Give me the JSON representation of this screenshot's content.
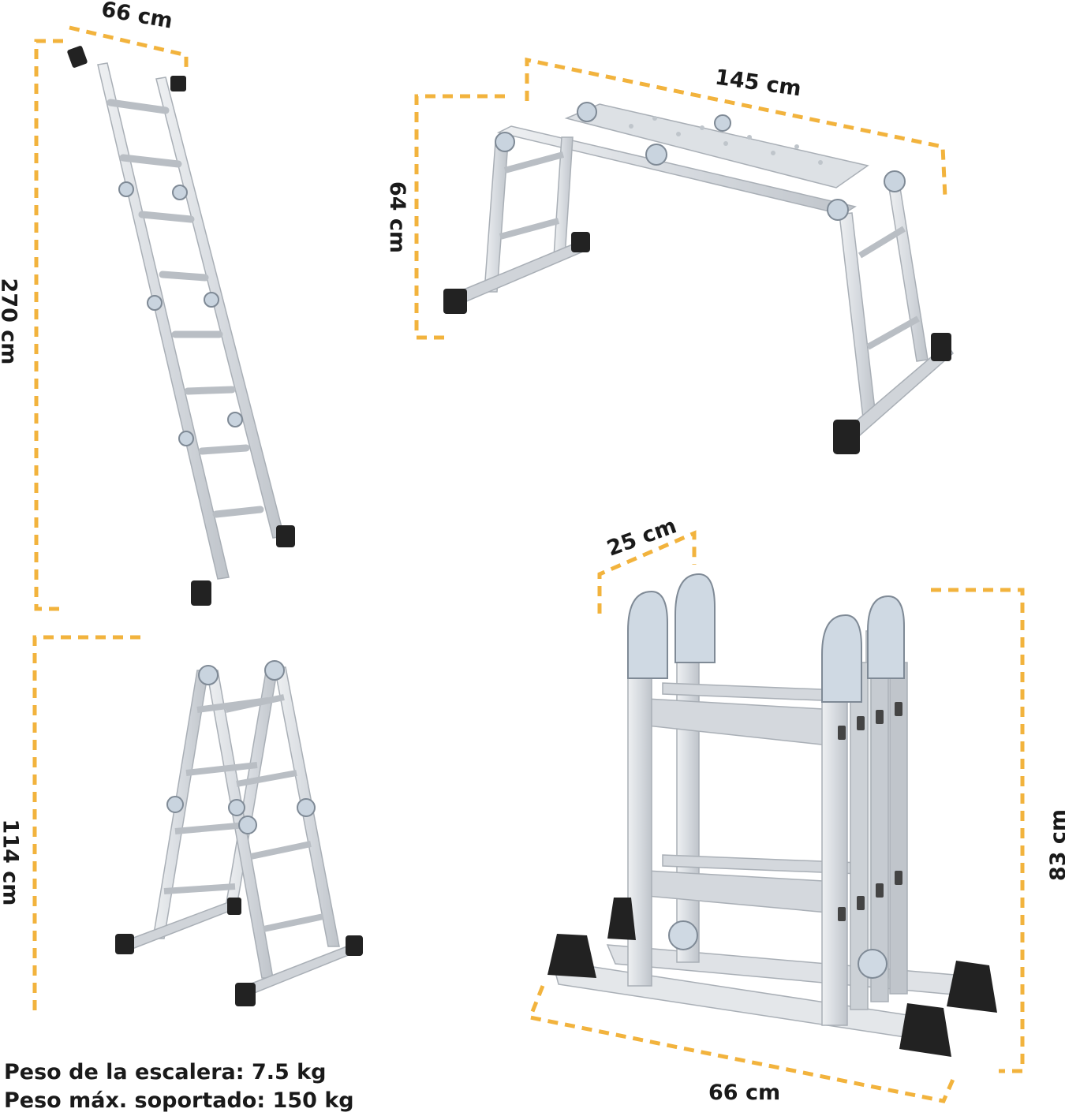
{
  "colors": {
    "dimension_line": "#f2b33d",
    "aluminium": "#d9dde2",
    "aluminium_edge": "#a9afb6",
    "rubber_foot": "#222222",
    "text": "#1a1a1a"
  },
  "dimensions": {
    "straight_width": "66 cm",
    "straight_height": "270 cm",
    "platform_length": "145 cm",
    "platform_height": "64 cm",
    "a_frame_height": "114 cm",
    "folded_depth": "25 cm",
    "folded_height": "83 cm",
    "folded_width": "66 cm"
  },
  "specs": {
    "weight": "Peso de la escalera: 7.5 kg",
    "max_load": "Peso máx. soportado: 150 kg"
  }
}
